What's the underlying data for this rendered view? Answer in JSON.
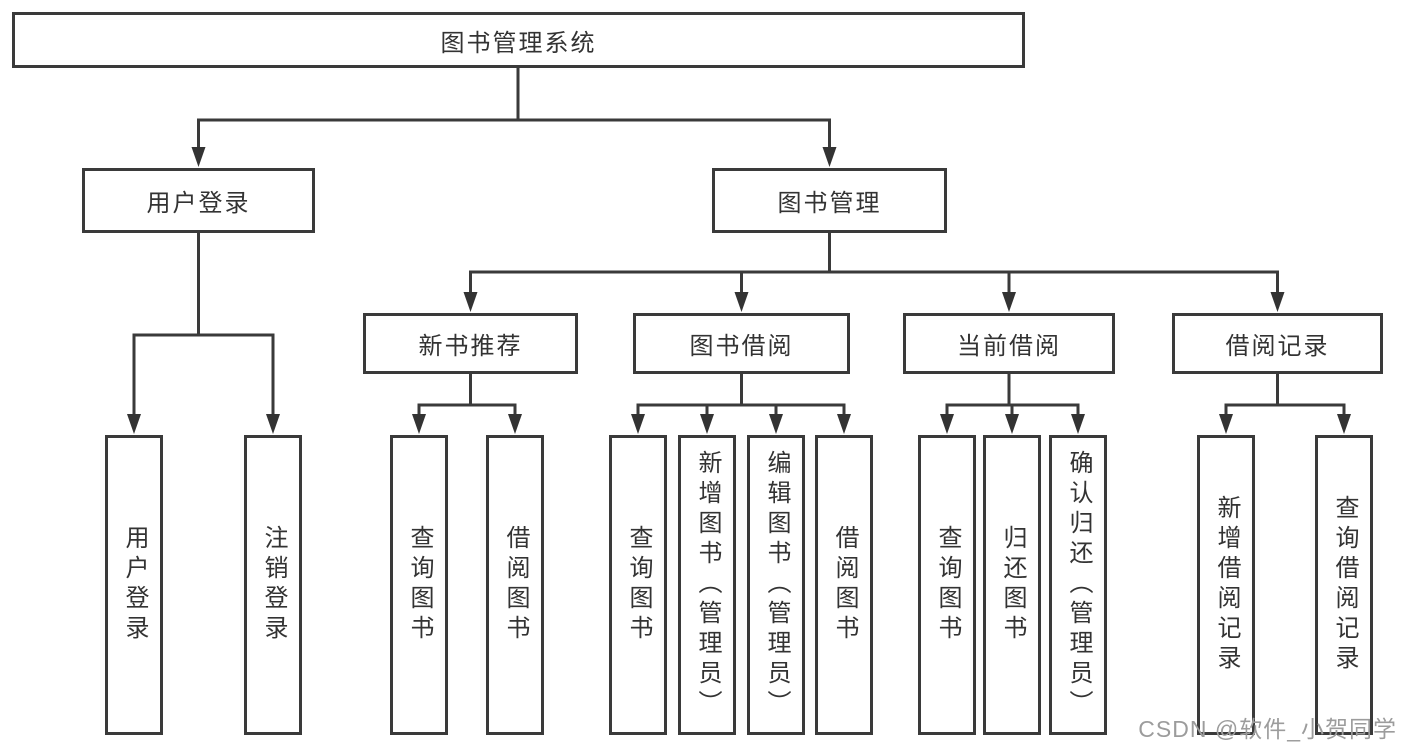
{
  "colors": {
    "background": "#ffffff",
    "line": "#3a3a3a",
    "box_border": "#3a3a3a",
    "text": "#333333",
    "watermark": "#9c9c9c"
  },
  "diagram": {
    "type": "tree",
    "root": {
      "label": "图书管理系统"
    },
    "branches": [
      {
        "label": "用户登录",
        "children": [
          {
            "label": "用户登录"
          },
          {
            "label": "注销登录"
          }
        ]
      },
      {
        "label": "图书管理",
        "children": [
          {
            "label": "新书推荐",
            "children": [
              {
                "label": "查询图书"
              },
              {
                "label": "借阅图书"
              }
            ]
          },
          {
            "label": "图书借阅",
            "children": [
              {
                "label": "查询图书"
              },
              {
                "label": "新增图书（管理员）"
              },
              {
                "label": "编辑图书（管理员）"
              },
              {
                "label": "借阅图书"
              }
            ]
          },
          {
            "label": "当前借阅",
            "children": [
              {
                "label": "查询图书"
              },
              {
                "label": "归还图书"
              },
              {
                "label": "确认归还（管理员）"
              }
            ]
          },
          {
            "label": "借阅记录",
            "children": [
              {
                "label": "新增借阅记录"
              },
              {
                "label": "查询借阅记录"
              }
            ]
          }
        ]
      }
    ]
  },
  "watermark": {
    "text": "CSDN @软件_小贺同学"
  }
}
